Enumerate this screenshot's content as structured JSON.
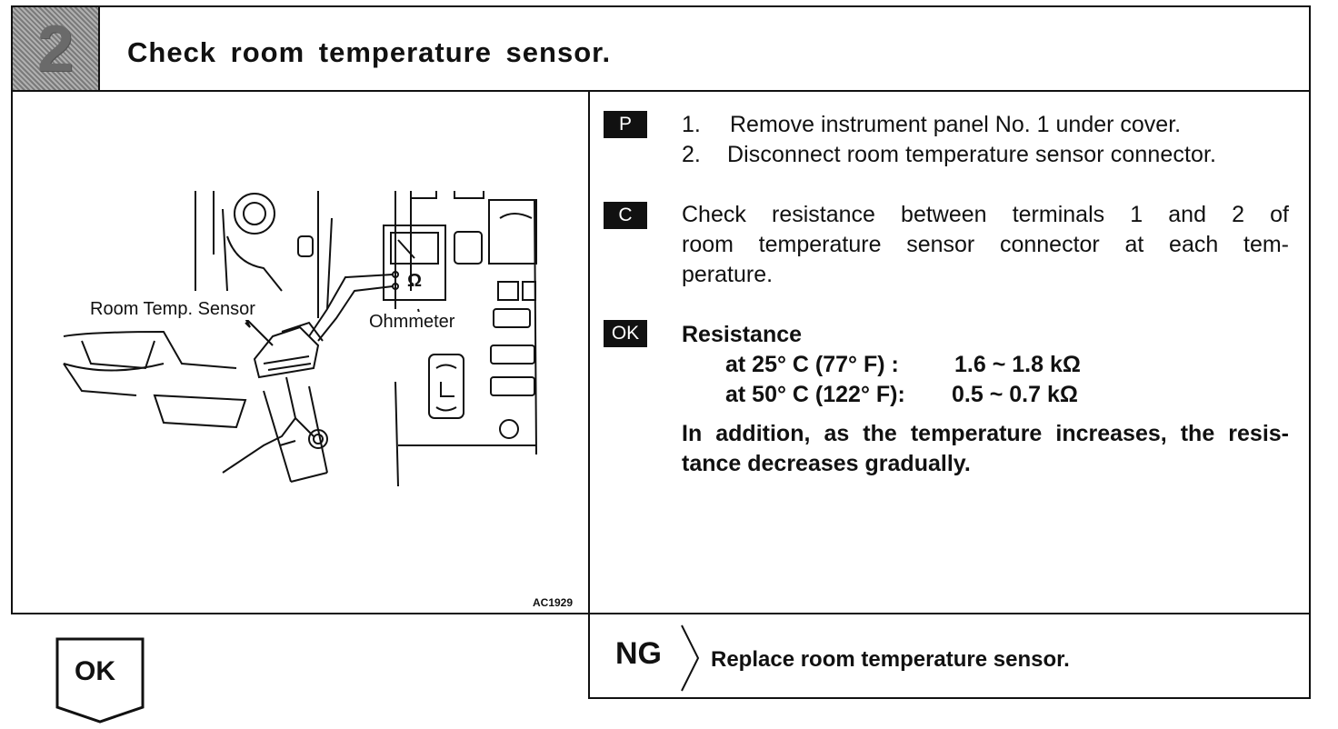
{
  "step": {
    "number": "2",
    "title": "Check room temperature sensor."
  },
  "figure": {
    "label_sensor": "Room Temp. Sensor",
    "label_meter": "Ohmmeter",
    "meter_symbol": "Ω",
    "code": "AC1929"
  },
  "tags": {
    "p": "P",
    "c": "C",
    "ok": "OK"
  },
  "prepare": {
    "items": [
      {
        "num": "1.",
        "text": "Remove instrument panel No. 1 under cover."
      },
      {
        "num": "2.",
        "text": "Disconnect room temperature sensor connector."
      }
    ]
  },
  "check": {
    "line1": "Check resistance between terminals 1 and 2 of",
    "line2": "room temperature sensor connector at each tem-",
    "line3": "perature."
  },
  "ok_spec": {
    "heading": "Resistance",
    "row1_cond": "at 25° C (77° F)  :",
    "row1_val": "1.6 ~ 1.8 kΩ",
    "row2_cond": "at 50° C (122° F):",
    "row2_val": "0.5 ~ 0.7 kΩ",
    "note_line1": "In addition, as the temperature increases, the resis-",
    "note_line2": "tance decreases gradually."
  },
  "result_ok": {
    "label": "OK"
  },
  "result_ng": {
    "label": "NG",
    "action": "Replace room temperature sensor."
  }
}
